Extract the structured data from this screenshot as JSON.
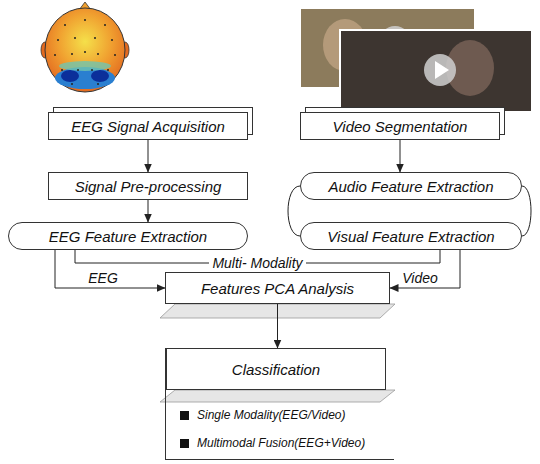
{
  "diagram": {
    "nodes": [
      {
        "text": [
          "EEG Signal Acquisition"
        ]
      },
      {
        "text": [
          "Video Segmentation"
        ]
      },
      {
        "text": [
          "Signal Pre-processing"
        ]
      },
      {
        "text": [
          "Audio Feature Extraction"
        ]
      },
      {
        "text": [
          "EEG Feature Extraction"
        ]
      },
      {
        "text": [
          "Visual Feature Extraction"
        ]
      },
      {
        "text": [
          "Features PCA Analysis"
        ]
      },
      {
        "text": [
          "Single Modality(EEG/Video)",
          "Multimodal Fusion(EEG+Video)"
        ]
      },
      {
        "text": [
          "Classification"
        ],
        "in": 7
      }
    ],
    "edges": [
      {
        "from": 0,
        "to": 2,
        "arrow": "to"
      },
      {
        "from": 2,
        "to": 4,
        "arrow": "to"
      },
      {
        "from": 1,
        "to": 3,
        "arrow": "to"
      },
      {
        "from": 3,
        "to": 5,
        "arrow": "none"
      },
      {
        "from": 3,
        "to": 5,
        "arrow": "none"
      },
      {
        "from": 4,
        "to": 5,
        "label": "Multi- Modality",
        "arrow": "none"
      },
      {
        "from": 4,
        "to": 6,
        "label": "EEG",
        "arrow": "to"
      },
      {
        "from": 5,
        "to": 6,
        "label": "Video",
        "arrow": "to"
      },
      {
        "from": 6,
        "to": 8,
        "arrow": "to"
      }
    ]
  }
}
